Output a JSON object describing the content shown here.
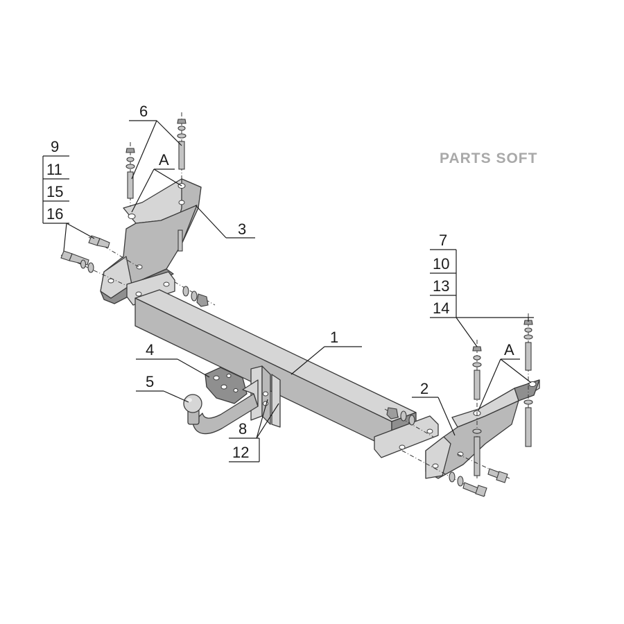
{
  "watermark": "PARTS  SOFT",
  "callouts": {
    "c1": "1",
    "c2": "2",
    "c3": "3",
    "c4": "4",
    "c5": "5",
    "c6": "6",
    "cA_left": "A",
    "cA_right": "A",
    "stack_left": [
      "9",
      "11",
      "15",
      "16"
    ],
    "stack_right": [
      "7",
      "10",
      "13",
      "14"
    ],
    "stack_center": [
      "8",
      "12"
    ]
  }
}
